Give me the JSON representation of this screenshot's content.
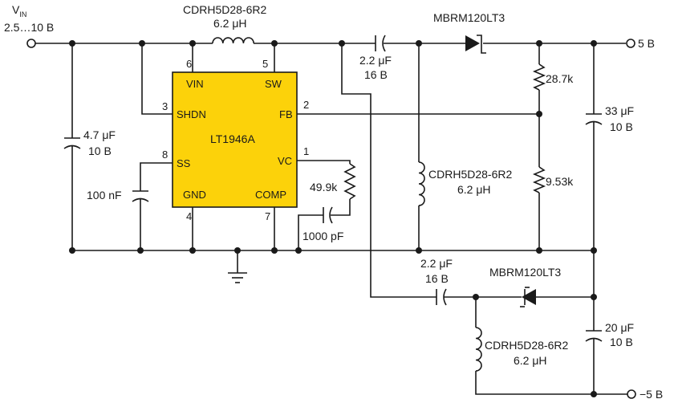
{
  "vin": {
    "symbol": "V",
    "sub": "IN",
    "range": "2.5…10 В"
  },
  "outputs": {
    "pos": "5 В",
    "neg": "−5 В"
  },
  "ic": {
    "name": "LT1946A",
    "pins": {
      "vin": "VIN",
      "sw": "SW",
      "shdn": "SHDN",
      "fb": "FB",
      "ss": "SS",
      "vc": "VC",
      "gnd": "GND",
      "comp": "COMP"
    },
    "numbers": {
      "vin": "6",
      "sw": "5",
      "shdn": "3",
      "fb": "2",
      "ss": "8",
      "vc": "1",
      "gnd": "4",
      "comp": "7"
    }
  },
  "components": {
    "l1": {
      "part": "CDRH5D28-6R2",
      "value": "6.2 μH"
    },
    "c_in": {
      "value": "4.7 μF",
      "voltage": "10 В"
    },
    "c_ss": {
      "value": "100 nF"
    },
    "r_comp": {
      "value": "49.9k"
    },
    "c_comp": {
      "value": "1000 pF"
    },
    "c_couple1": {
      "value": "2.2 μF",
      "voltage": "16 В"
    },
    "d1": {
      "part": "MBRM120LT3"
    },
    "r_top": {
      "value": "28.7k"
    },
    "r_bot": {
      "value": "9.53k"
    },
    "l2": {
      "part": "CDRH5D28-6R2",
      "value": "6.2 μH"
    },
    "c_out_pos": {
      "value": "33 μF",
      "voltage": "10 В"
    },
    "c_couple2": {
      "value": "2.2 μF",
      "voltage": "16 В"
    },
    "d2": {
      "part": "MBRM120LT3"
    },
    "l3": {
      "part": "CDRH5D28-6R2",
      "value": "6.2 μH"
    },
    "c_out_neg": {
      "value": "20 μF",
      "voltage": "10 В"
    }
  }
}
